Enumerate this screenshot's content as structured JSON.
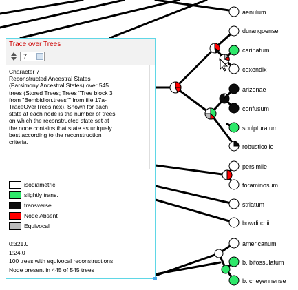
{
  "window": {
    "title": "Trace over Trees",
    "tree_number": "7"
  },
  "explanation_lines": [
    "Character 7",
    "Reconstructed Ancestral States",
    "(Parsimony Ancestral States) over 545",
    "trees (Stored Trees; Trees \"Tree block 3",
    "from \"Bembidion.trees\"\" from file 17a-",
    "TraceOverTrees.nex).  Shown for each",
    "state at each node is the number of trees",
    "on which the reconstructed state set at",
    "the node contains that state as uniquely",
    "best according to the reconstruction",
    "criteria."
  ],
  "legend": [
    {
      "label": "isodiametric",
      "color": "#ffffff"
    },
    {
      "label": "slightly trans.",
      "color": "#2ee86a"
    },
    {
      "label": "transverse",
      "color": "#0d0d0d"
    },
    {
      "label": "Node Absent",
      "color": "#ff0000"
    },
    {
      "label": "Equivocal",
      "color": "#bcbcbc"
    }
  ],
  "stats": [
    "0:321.0",
    "1:24.0",
    "100 trees with equivocal reconstructions.",
    "Node present in 445 of 545 trees"
  ],
  "taxa": [
    "aenulum",
    "durangoense",
    "carinatum",
    "coxendix",
    "arizonae",
    "confusum",
    "sculpturatum",
    "robusticolle",
    "persimile",
    "foraminosum",
    "striatum",
    "bowditchii",
    "americanum",
    "b. bifossulatum",
    "b. cheyennense"
  ],
  "colors": {
    "isodiametric": "#ffffff",
    "slightly_trans": "#2ee86a",
    "transverse": "#0d0d0d",
    "node_absent": "#ff0000",
    "equivocal": "#bcbcbc",
    "panel_border": "#5fd7e6",
    "title_red": "#cc0000"
  },
  "icons": {
    "cursor": "pointer-arrow-icon"
  }
}
